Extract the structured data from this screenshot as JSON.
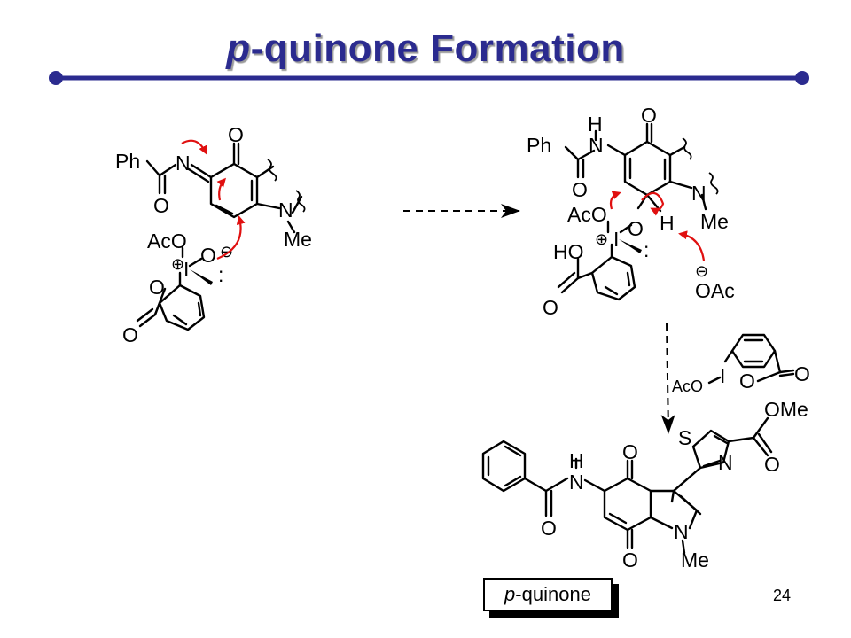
{
  "slide": {
    "title_italic": "p",
    "title_rest": "-quinone Formation",
    "page_number": "24",
    "colors": {
      "title": "#2b2b8f",
      "rule": "#2b2b8f",
      "arrow": "#e01010"
    }
  },
  "scheme": {
    "left_labels": {
      "ph": "Ph",
      "n": "N",
      "o_ketone": "O",
      "o_amide": "O",
      "n_amine": "N",
      "me": "Me",
      "aco": "AcO",
      "o_minus": "O",
      "plus": "⊕",
      "minus": "⊖",
      "iodine": "I",
      "o_ring": "O",
      "o_carbonyl": "O",
      "dots": ":"
    },
    "right_labels": {
      "h_top": "H",
      "n": "N",
      "o_ketone": "O",
      "ph": "Ph",
      "o_amide": "O",
      "n_amine": "N",
      "me": "Me",
      "aco": "AcO",
      "o_ether": "O",
      "h_bond": "H",
      "ho": "HO",
      "plus": "⊕",
      "iodine": "I",
      "dots": ":",
      "minus": "⊖",
      "oac": "OAc",
      "o_carbonyl": "O"
    },
    "reagent_labels": {
      "aco": "AcO",
      "iodine": "I",
      "o_ring": "O",
      "o_carbonyl": "O"
    },
    "product_labels": {
      "h": "H",
      "n_amide": "N",
      "o_amide": "O",
      "o_top": "O",
      "o_bottom": "O",
      "n_indole": "N",
      "me": "Me",
      "s": "S",
      "n_thiazole": "N",
      "ome": "OMe",
      "o_ester": "O"
    }
  },
  "product_box": {
    "italic": "p",
    "rest": "-quinone"
  }
}
